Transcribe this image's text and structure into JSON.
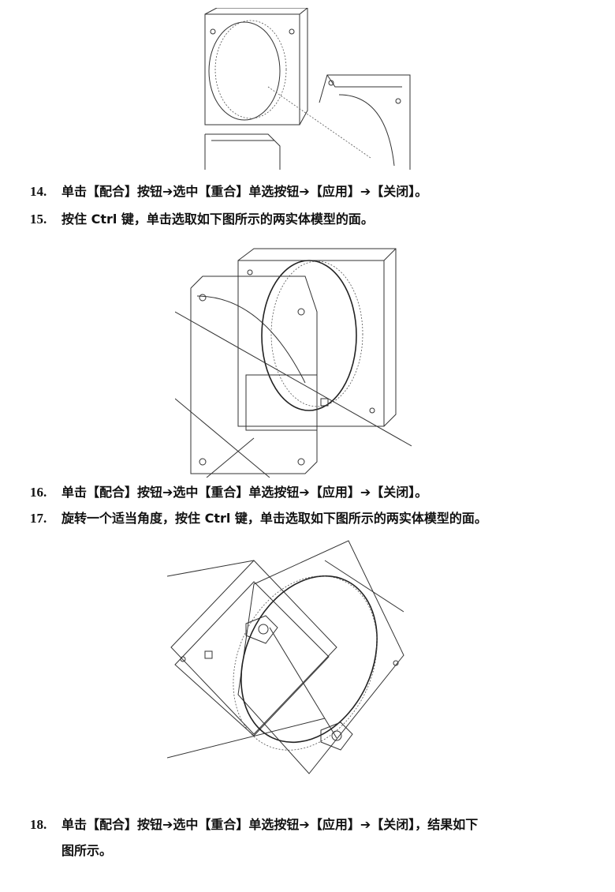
{
  "steps": [
    {
      "num": "14.",
      "text": "单击【配合】按钮➔选中【重合】单选按钮➔【应用】➔【关闭】。"
    },
    {
      "num": "15.",
      "text": "按住 Ctrl 键，单击选取如下图所示的两实体模型的面。"
    },
    {
      "num": "16.",
      "text": "单击【配合】按钮➔选中【重合】单选按钮➔【应用】➔【关闭】。"
    },
    {
      "num": "17.",
      "text": "旋转一个适当角度，按住 Ctrl 键，单击选取如下图所示的两实体模型的面。"
    },
    {
      "num": "18.",
      "text": "单击【配合】按钮➔选中【重合】单选按钮➔【应用】➔【关闭】，结果如下",
      "continuation": "图所示。"
    }
  ]
}
